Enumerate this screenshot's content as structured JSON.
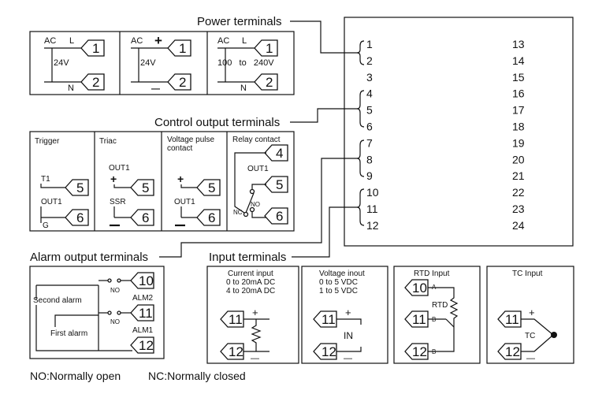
{
  "sections": {
    "power": "Power terminals",
    "control": "Control output terminals",
    "alarm": "Alarm output terminals",
    "input": "Input terminals"
  },
  "footer": {
    "no": "NO:Normally open",
    "nc": "NC:Normally closed"
  },
  "device": {
    "left_numbers": [
      "1",
      "2",
      "3",
      "4",
      "5",
      "6",
      "7",
      "8",
      "9",
      "10",
      "11",
      "12"
    ],
    "right_numbers": [
      "13",
      "14",
      "15",
      "16",
      "17",
      "18",
      "19",
      "20",
      "21",
      "22",
      "23",
      "24"
    ]
  },
  "power": {
    "ac24": {
      "ac": "AC",
      "l": "L",
      "v": "24V",
      "n": "N",
      "t1": "1",
      "t2": "2"
    },
    "dc24": {
      "ac": "AC",
      "plus": "+",
      "v": "24V",
      "minus": "—",
      "t1": "1",
      "t2": "2"
    },
    "ac100": {
      "ac": "AC",
      "l": "L",
      "v": "100   to   240V",
      "n": "N",
      "t1": "1",
      "t2": "2"
    }
  },
  "control": {
    "trigger": {
      "title": "Trigger",
      "t1": "T1",
      "out": "OUT1",
      "g": "G",
      "n5": "5",
      "n6": "6"
    },
    "triac": {
      "title": "Triac",
      "out": "OUT1",
      "plus": "+",
      "ssr": "SSR",
      "minus": "—",
      "n5": "5",
      "n6": "6"
    },
    "voltage": {
      "title1": "Voltage pulse",
      "title2": "contact",
      "plus": "+",
      "out": "OUT1",
      "minus": "—",
      "n5": "5",
      "n6": "6"
    },
    "relay": {
      "title": "Relay contact",
      "out": "OUT1",
      "nc": "NC",
      "no": "NO",
      "n4": "4",
      "n5": "5",
      "n6": "6"
    }
  },
  "alarm": {
    "second": "Second alarm",
    "first": "First alarm",
    "no1": "NO",
    "no2": "NO",
    "alm2": "ALM2",
    "alm1": "ALM1",
    "n10": "10",
    "n11": "11",
    "n12": "12"
  },
  "inputs": {
    "current": {
      "title1": "Current input",
      "title2": "0 to 20mA DC",
      "title3": "4 to 20mA DC",
      "plus": "+",
      "minus": "—",
      "n11": "11",
      "n12": "12"
    },
    "voltage": {
      "title1": "Voltage inout",
      "title2": "0 to 5 VDC",
      "title3": "1 to 5 VDC",
      "plus": "+",
      "in": "IN",
      "minus": "—",
      "n11": "11",
      "n12": "12"
    },
    "rtd": {
      "title": "RTD Input",
      "a": "A",
      "rtd": "RTD",
      "b1": "B",
      "b2": "B",
      "n10": "10",
      "n11": "11",
      "n12": "12"
    },
    "tc": {
      "title": "TC Input",
      "plus": "+",
      "tc": "TC",
      "minus": "—",
      "n11": "11",
      "n12": "12"
    }
  }
}
